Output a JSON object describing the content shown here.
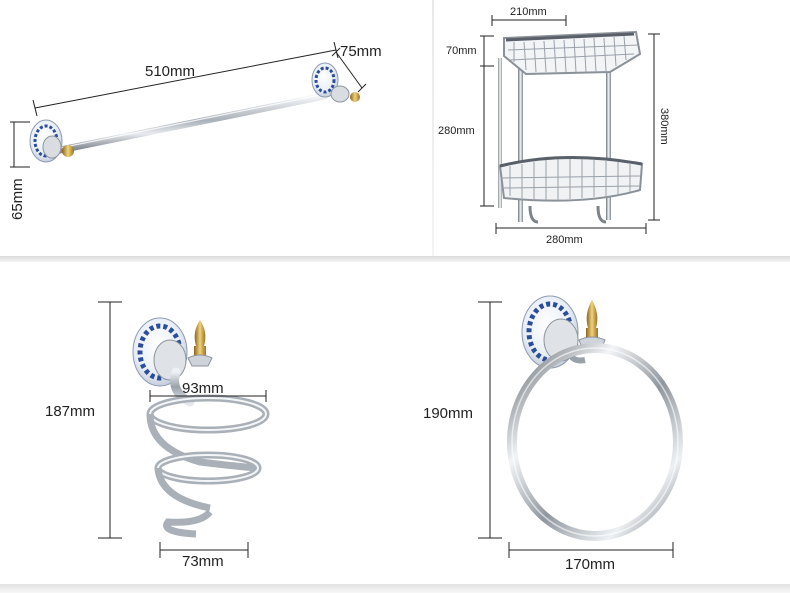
{
  "towel_bar": {
    "length_label": "510mm",
    "depth_label": "75mm",
    "height_label": "65mm"
  },
  "corner_shelf": {
    "top_width_label": "210mm",
    "basket_height_label": "70mm",
    "spacing_label": "280mm",
    "total_height_label": "380mm",
    "base_width_label": "280mm"
  },
  "hair_holder": {
    "height_label": "187mm",
    "top_width_label": "93mm",
    "bottom_width_label": "73mm"
  },
  "towel_ring": {
    "height_label": "190mm",
    "width_label": "170mm"
  },
  "colors": {
    "chrome": "#c8cdd3",
    "porcelain_blue": "#2b4e9a",
    "gold": "#c9a043"
  },
  "icons": [
    "towel-bar-product",
    "corner-shelf-product",
    "hair-dryer-holder-product",
    "towel-ring-product"
  ]
}
